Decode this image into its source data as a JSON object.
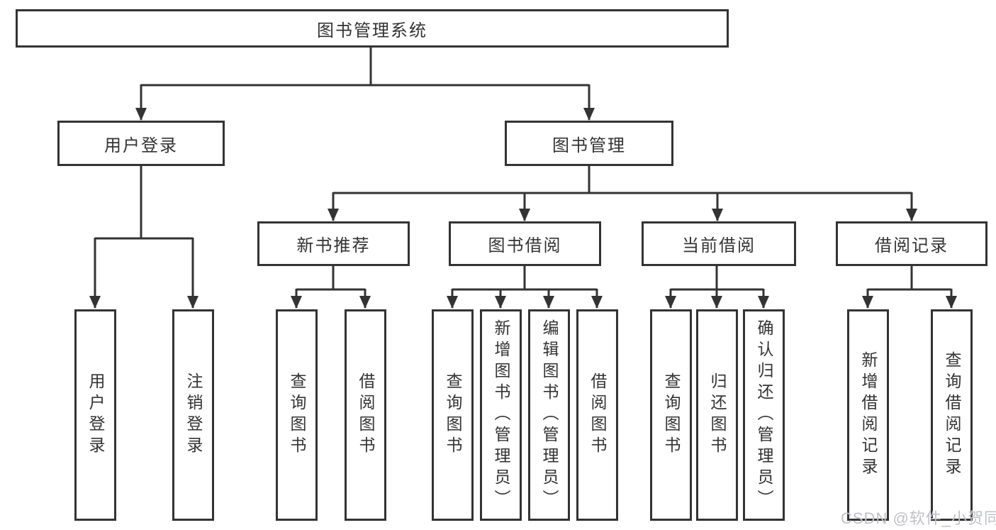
{
  "colors": {
    "line": "#333333",
    "text": "#333333",
    "background": "#ffffff",
    "watermark": "#c0c1c6"
  },
  "tree": {
    "root": {
      "label": "图书管理系统",
      "children": [
        {
          "label": "用户登录",
          "children": [
            {
              "label": "用户登录"
            },
            {
              "label": "注销登录"
            }
          ]
        },
        {
          "label": "图书管理",
          "children": [
            {
              "label": "新书推荐",
              "children": [
                {
                  "label": "查询图书"
                },
                {
                  "label": "借阅图书"
                }
              ]
            },
            {
              "label": "图书借阅",
              "children": [
                {
                  "label": "查询图书"
                },
                {
                  "label": "新增图书（管理员）"
                },
                {
                  "label": "编辑图书（管理员）"
                },
                {
                  "label": "借阅图书"
                }
              ]
            },
            {
              "label": "当前借阅",
              "children": [
                {
                  "label": "查询图书"
                },
                {
                  "label": "归还图书"
                },
                {
                  "label": "确认归还（管理员）"
                }
              ]
            },
            {
              "label": "借阅记录",
              "children": [
                {
                  "label": "新增借阅记录"
                },
                {
                  "label": "查询借阅记录"
                }
              ]
            }
          ]
        }
      ]
    }
  },
  "watermark": {
    "text": "CSDN @软件_小贺同学"
  }
}
